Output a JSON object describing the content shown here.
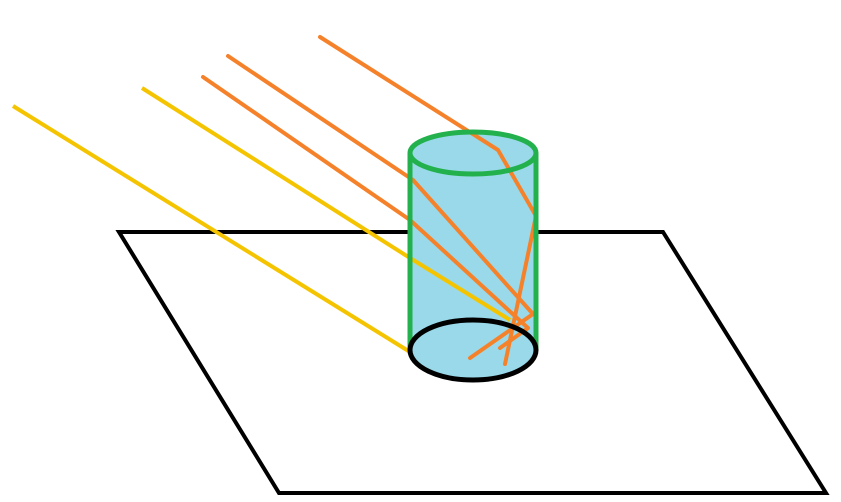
{
  "colors": {
    "background": "#ffffff",
    "plane_outline": "#000000",
    "cylinder_fill": "#99d9ea",
    "cylinder_outline": "#22b14c",
    "cylinder_base_outline": "#000000",
    "yellow_ray": "#f5c400",
    "orange_ray": "#f5822a"
  },
  "elements": {
    "plane": "parallelogram-plane",
    "cylinder": "glass-cylinder",
    "yellow_rays": 2,
    "orange_rays": 3
  }
}
